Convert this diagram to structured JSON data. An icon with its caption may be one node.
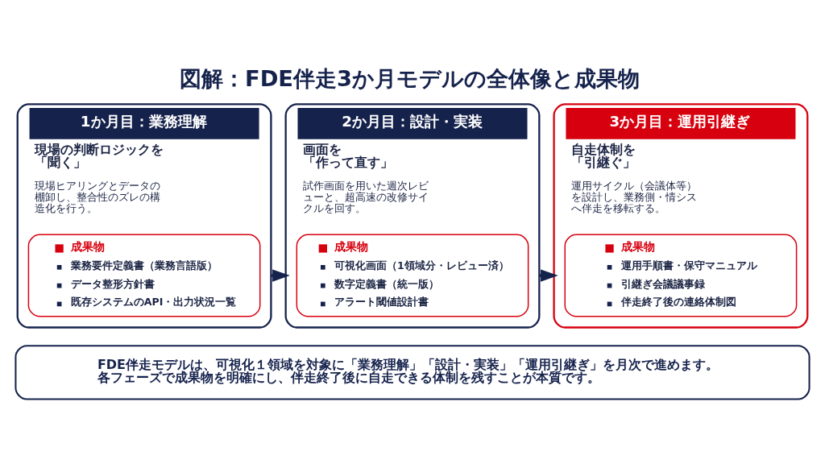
{
  "diagram": {
    "title": "図解：FDE伴走3か月モデルの全体像と成果物",
    "nodes": [
      {
        "text": [
          "1か月目：業務理解",
          "現場の判断ロジックを「聞く」",
          "現場ヒアリングとデータの棚卸し、整合性のズレの構造化を行う。"
        ]
      },
      {
        "text": [
          "成果物",
          "業務要件定義書（業務言語版）",
          "データ整形方針書",
          "既存システムのAPI・出力状況一覧"
        ],
        "in": 0
      },
      {
        "text": [
          "2か月目：設計・実装",
          "画面を「作って直す」",
          "試作画面を用いた週次レビューと、超高速の改修サイクルを回す。"
        ]
      },
      {
        "text": [
          "成果物",
          "可視化画面（1領域分・レビュー済）",
          "数字定義書（統一版）",
          "アラート閾値設計書"
        ],
        "in": 2
      },
      {
        "text": [
          "3か月目：運用引継ぎ",
          "自走体制を「引継ぐ」",
          "運用サイクル（会議体等）を設計し、業務側・情シスへ伴走を移転する。"
        ]
      },
      {
        "text": [
          "成果物",
          "運用手順書・保守マニュアル",
          "引継ぎ会議議事録",
          "伴走終了後の連絡体制図"
        ],
        "in": 4
      },
      {
        "text": [
          "FDE伴走モデルは、可視化１領域を対象に「業務理解」「設計・実装」「運用引継ぎ」を月次で進めます。各フェーズで成果物を明確にし、伴走終了後に自走できる体制を残すことが本質です。"
        ]
      }
    ],
    "edges": [
      {
        "from": 0,
        "to": 2,
        "arrow": "to"
      },
      {
        "from": 2,
        "to": 4,
        "arrow": "to"
      }
    ]
  }
}
